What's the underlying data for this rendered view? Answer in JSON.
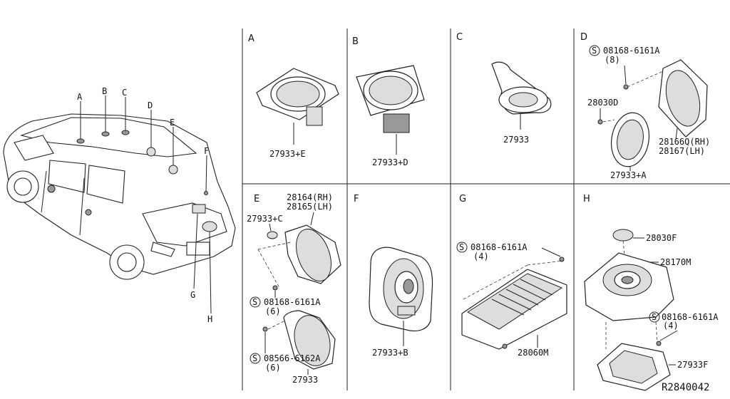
{
  "car_callouts": [
    "A",
    "B",
    "C",
    "D",
    "E",
    "F",
    "G",
    "H"
  ],
  "sections": [
    {
      "letter": "A",
      "parts": [
        "27933+E"
      ]
    },
    {
      "letter": "B",
      "parts": [
        "27933+D"
      ]
    },
    {
      "letter": "C",
      "parts": [
        "27933"
      ]
    },
    {
      "letter": "D",
      "parts": [
        "08168-6161A",
        "(8)",
        "28030D",
        "28166Q(RH)",
        "28167(LH)",
        "27933+A"
      ]
    },
    {
      "letter": "E",
      "parts": [
        "28164(RH)",
        "28165(LH)",
        "27933+C",
        "08168-6161A",
        "(6)",
        "08566-6162A",
        "(6)",
        "27933"
      ]
    },
    {
      "letter": "F",
      "parts": [
        "27933+B"
      ]
    },
    {
      "letter": "G",
      "parts": [
        "08168-6161A",
        "(4)",
        "28060M"
      ]
    },
    {
      "letter": "H",
      "parts": [
        "28030F",
        "28170M",
        "08168-6161A",
        "(4)",
        "27933F"
      ]
    }
  ],
  "screw_symbol": "S",
  "reference_code": "R2840042"
}
